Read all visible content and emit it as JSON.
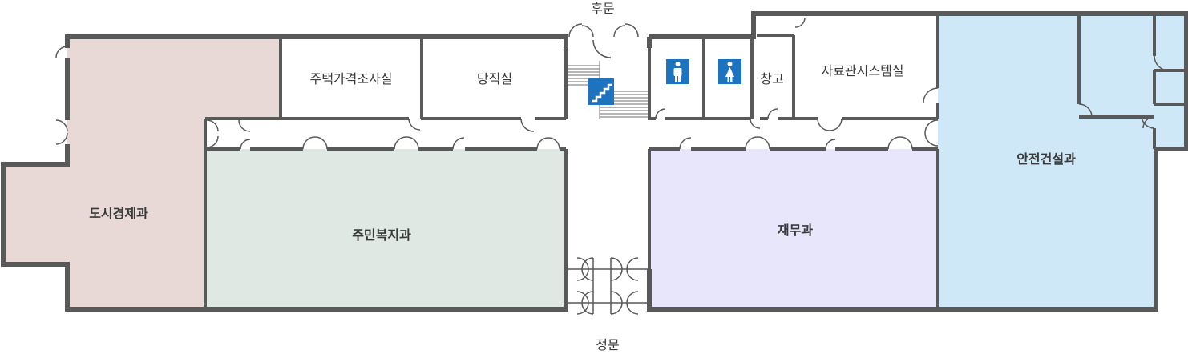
{
  "entrances": {
    "back": "후문",
    "main": "정문"
  },
  "rooms": {
    "dosi": {
      "label": "도시경제과",
      "color": "#e8d9d7"
    },
    "jumin": {
      "label": "주민복지과",
      "color": "#dfe8e2"
    },
    "jaemu": {
      "label": "재무과",
      "color": "#e8e6fb"
    },
    "anjeon": {
      "label": "안전건설과",
      "color": "#cfe8f7"
    },
    "jutaek": {
      "label": "주택가격조사실"
    },
    "dangjik": {
      "label": "당직실"
    },
    "changgo": {
      "label": "창고"
    },
    "jaryo": {
      "label": "자료관시스템실"
    }
  },
  "colors": {
    "wall": "#595959",
    "icon": "#1e73be"
  },
  "icons": {
    "stairs": "stairs-icon",
    "male": "male-restroom-icon",
    "female": "female-restroom-icon"
  }
}
